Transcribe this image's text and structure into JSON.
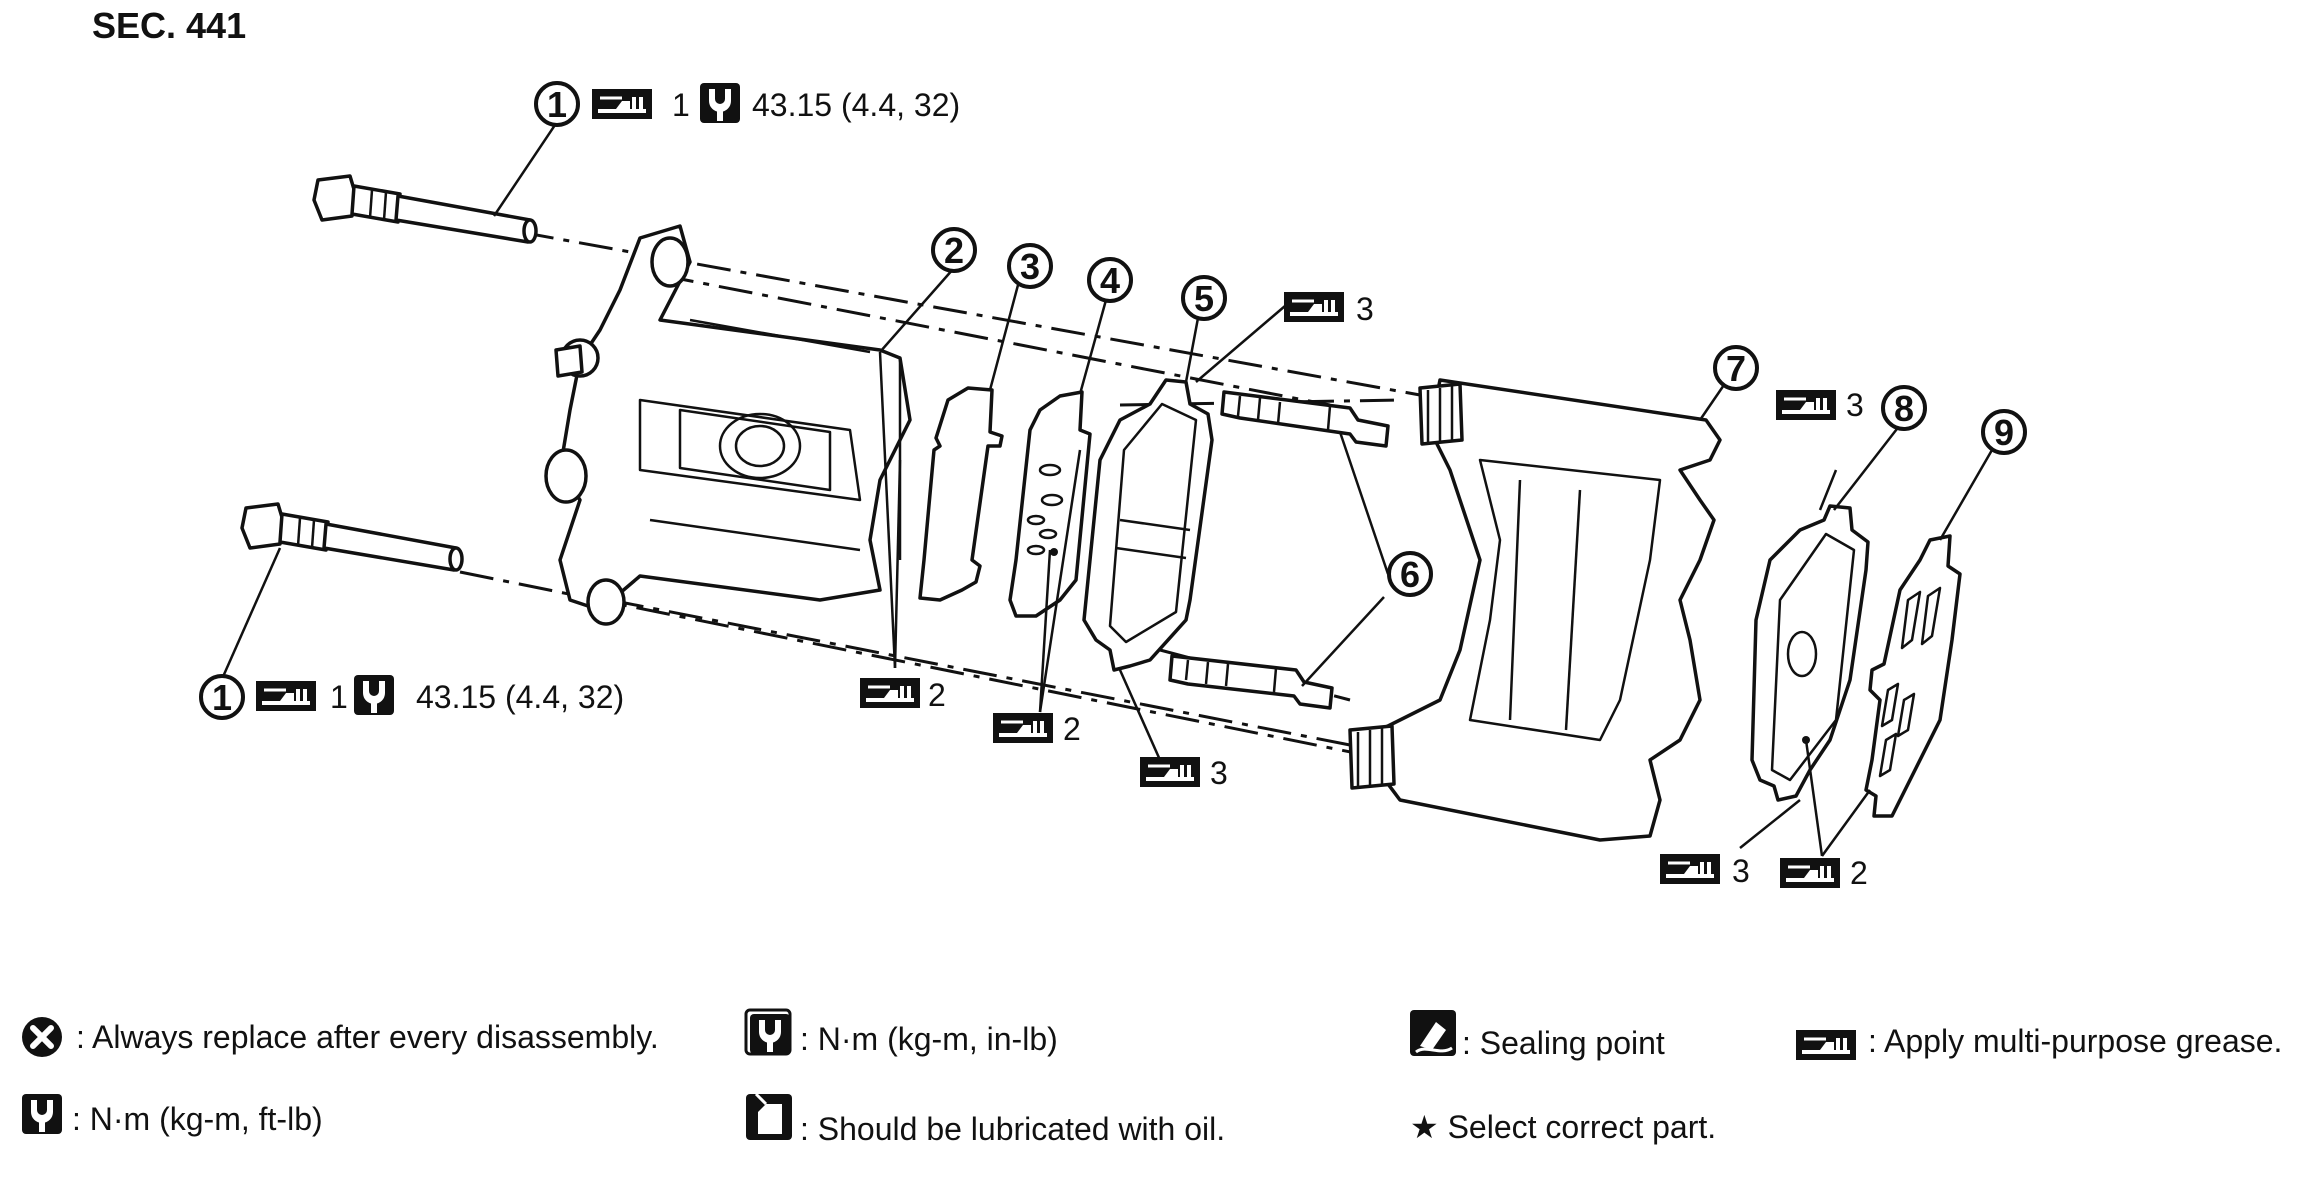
{
  "section": "SEC. 441",
  "callouts": {
    "c1_top": {
      "num": "1",
      "grease_qty": "1",
      "torque": "43.15 (4.4, 32)"
    },
    "c1_bottom": {
      "num": "1",
      "grease_qty": "1",
      "torque": "43.15 (4.4, 32)"
    },
    "c2": {
      "num": "2"
    },
    "c3": {
      "num": "3"
    },
    "c4": {
      "num": "4"
    },
    "c5": {
      "num": "5"
    },
    "c6": {
      "num": "6"
    },
    "c7": {
      "num": "7"
    },
    "c8": {
      "num": "8"
    },
    "c9": {
      "num": "9"
    }
  },
  "grease_labels": {
    "g2_caliper": "2",
    "g2_shim": "2",
    "g3_pad": "3",
    "g3_top": "3",
    "g3_pad8": "3",
    "g3_bottom": "3",
    "g2_shim9": "2"
  },
  "legend": {
    "replace": ": Always replace after every disassembly.",
    "torque_in_lb": ": N·m (kg-m, in-lb)",
    "sealing": ": Sealing point",
    "grease": ": Apply multi-purpose grease.",
    "torque_ft_lb": ": N·m (kg-m, ft-lb)",
    "oil": ": Should be lubricated with oil.",
    "select": "★ Select correct part."
  },
  "icons": [
    "grease-icon",
    "torque-wrench-icon",
    "replace-x-icon",
    "sealing-icon",
    "oil-can-icon",
    "star-icon"
  ]
}
